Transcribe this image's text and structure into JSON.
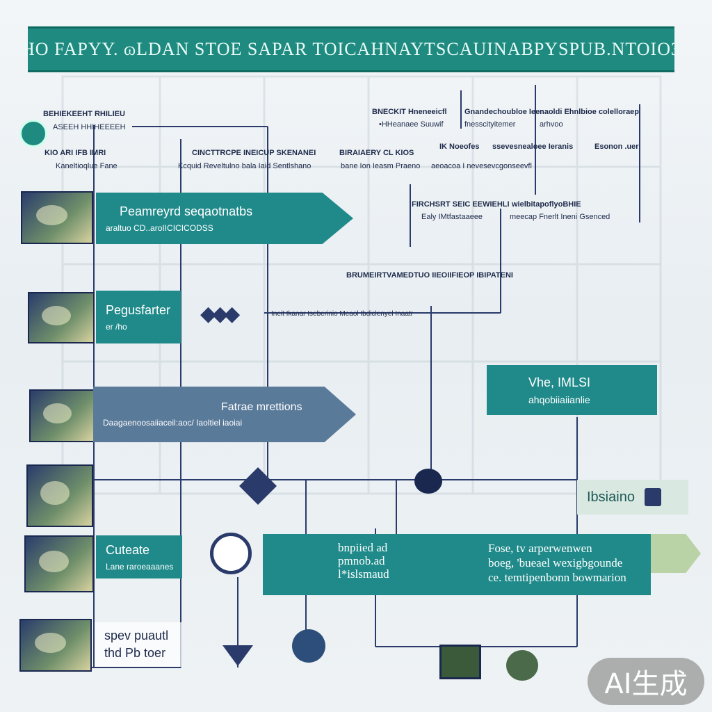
{
  "banner": {
    "title": "HO FAPYY. ɷLDAN  STOE  SAPAR  TOICAHNAYTSCAUINABPYSPUB.NTOIO3"
  },
  "labels": {
    "top_left_1": "BEHIEKEEHT RHILIEU",
    "top_left_2": "ASEEH HHIHEEEEH",
    "left_mid_1": "KIO ARI IFB IMRI",
    "left_mid_2": "Kaneltioqlue Fane",
    "mid_1": "CINCTTRCPE INEICUP SKENANEI",
    "mid_2": "Kcquid Reveltulno bala Iaid Sentlshano",
    "mid_3": "BIRAIAERY CL KIOS",
    "mid_4": "bane Ion Ieasm Praeno",
    "tr_1": "BNECKIT Hneneeicfl",
    "tr_2": "•HHeanaee Suuwif",
    "tr_3": "Gnandechoubloe Ieer",
    "tr_4": "fnesscityitemer",
    "tr_5": "naoldi Ehnlbioe colelloraep",
    "tr_6": "arhvoo",
    "tr_7": "IK Noeofes",
    "tr_8": "aeoacoa I nevesevcgonseevfl",
    "tr_9": "ssevesnealoee Ieranis",
    "tr_10": "Esonon .uer",
    "r_1": "FIRCHSRT SEIC EEWIEHLI",
    "r_2": "Ealy IMtfastaaeee",
    "r_3": "wielbitapoflyoBHIE",
    "r_4": "meecap Fnerlt Ineni Gsenced",
    "center_1": "BRUMEIRTVAMEDTUO IIEOIIFIEOP IBIPATENI",
    "center_2": "Ineit Ikanar Iseberinio Meaol Ibdiclenyel Inaatr"
  },
  "steps": [
    {
      "title": "Peamreyrd seqaotnatbs",
      "sub": "araltuo CD..aroIICICICODSS"
    },
    {
      "title": "Pegusfarter",
      "sub": "er /ho"
    },
    {
      "title": "Fatrae mrettions",
      "sub": "Daagaenoosaiiaceil:aoc/ Iaoltiel iaoiai"
    },
    {
      "title": "Cuteate",
      "sub": "Lane raroeaaanes"
    },
    {
      "title": "spev puautl",
      "sub": "thd Pb toer"
    }
  ],
  "right_box": {
    "title": "Vhe, IMLSI",
    "sub": "ahqobiiaiianlie"
  },
  "checkbox_box": {
    "title": "Ibsiaino"
  },
  "mid_panel": {
    "line1": "bnpiied ad",
    "line2": "pmnob.ad",
    "line3": "l*islsmaud"
  },
  "right_panel": {
    "line1": "Fose, tv arperwenwen",
    "line2": "boeg, 'bueael wexigbgounde",
    "line3": "ce. temtipenbonn bowmarion"
  },
  "badge": {
    "text": "AI生成"
  },
  "colors": {
    "teal": "#208a8a",
    "banner": "#1f8a7f",
    "slate": "#5a7a9a",
    "line": "#2a3b6b"
  }
}
